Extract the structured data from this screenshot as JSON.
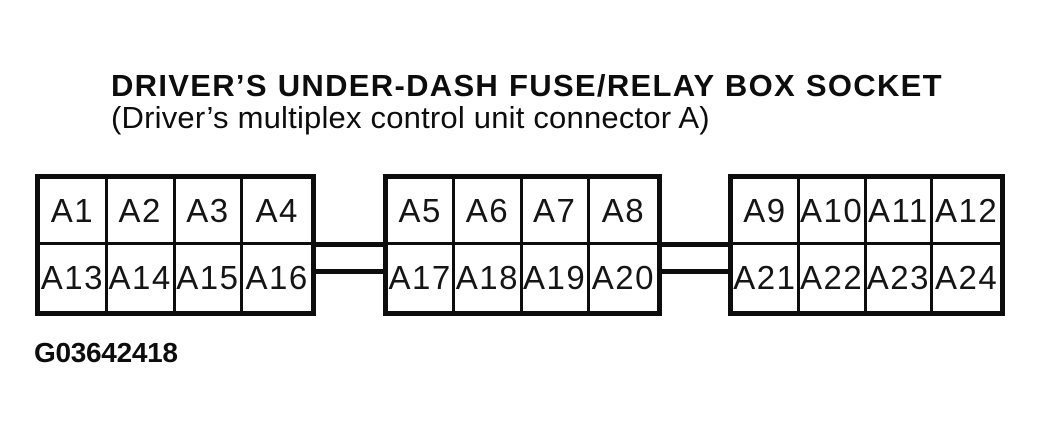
{
  "title": "DRIVER’S UNDER-DASH FUSE/RELAY BOX SOCKET",
  "subtitle": "(Driver’s multiplex control unit connector A)",
  "figure_code": "G03642418",
  "colors": {
    "ink": "#0d0d0d",
    "background": "#ffffff"
  },
  "connector_blocks": [
    {
      "id": "block-1",
      "rows": [
        [
          "A1",
          "A2",
          "A3",
          "A4"
        ],
        [
          "A13",
          "A14",
          "A15",
          "A16"
        ]
      ]
    },
    {
      "id": "block-2",
      "rows": [
        [
          "A5",
          "A6",
          "A7",
          "A8"
        ],
        [
          "A17",
          "A18",
          "A19",
          "A20"
        ]
      ]
    },
    {
      "id": "block-3",
      "rows": [
        [
          "A9",
          "A10",
          "A11",
          "A12"
        ],
        [
          "A21",
          "A22",
          "A23",
          "A24"
        ]
      ]
    }
  ]
}
